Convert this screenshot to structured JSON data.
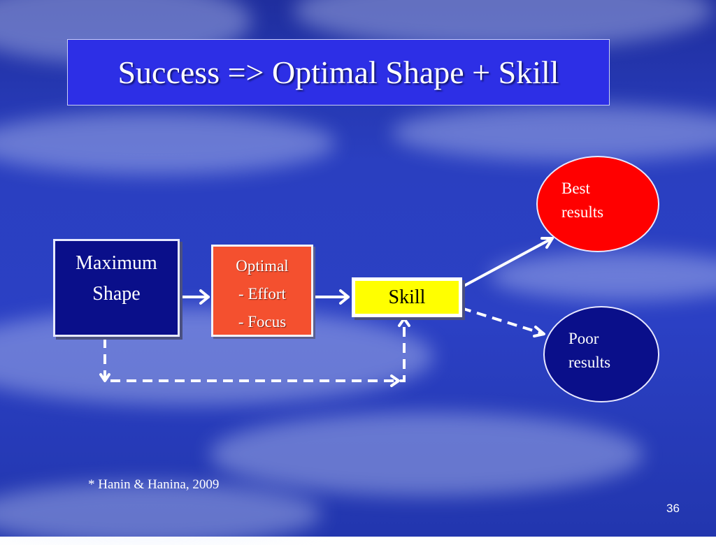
{
  "slide": {
    "title": "Success => Optimal Shape + Skill",
    "page_number": "36",
    "citation": "* Hanin & Hanina, 2009"
  },
  "diagram": {
    "maximum_shape": {
      "line1": "Maximum",
      "line2": "Shape"
    },
    "optimal": {
      "line1": "Optimal",
      "line2": "- Effort",
      "line3": "- Focus"
    },
    "skill": "Skill",
    "best_results": {
      "line1": "Best",
      "line2": "results"
    },
    "poor_results": {
      "line1": "Poor",
      "line2": "results"
    }
  },
  "colors": {
    "title_box": "#2d2fe6",
    "maximum_shape": "#0a0f8a",
    "optimal": "#f4502f",
    "skill": "#ffff00",
    "best_results": "#ff0000",
    "poor_results": "#0a0f8a"
  }
}
